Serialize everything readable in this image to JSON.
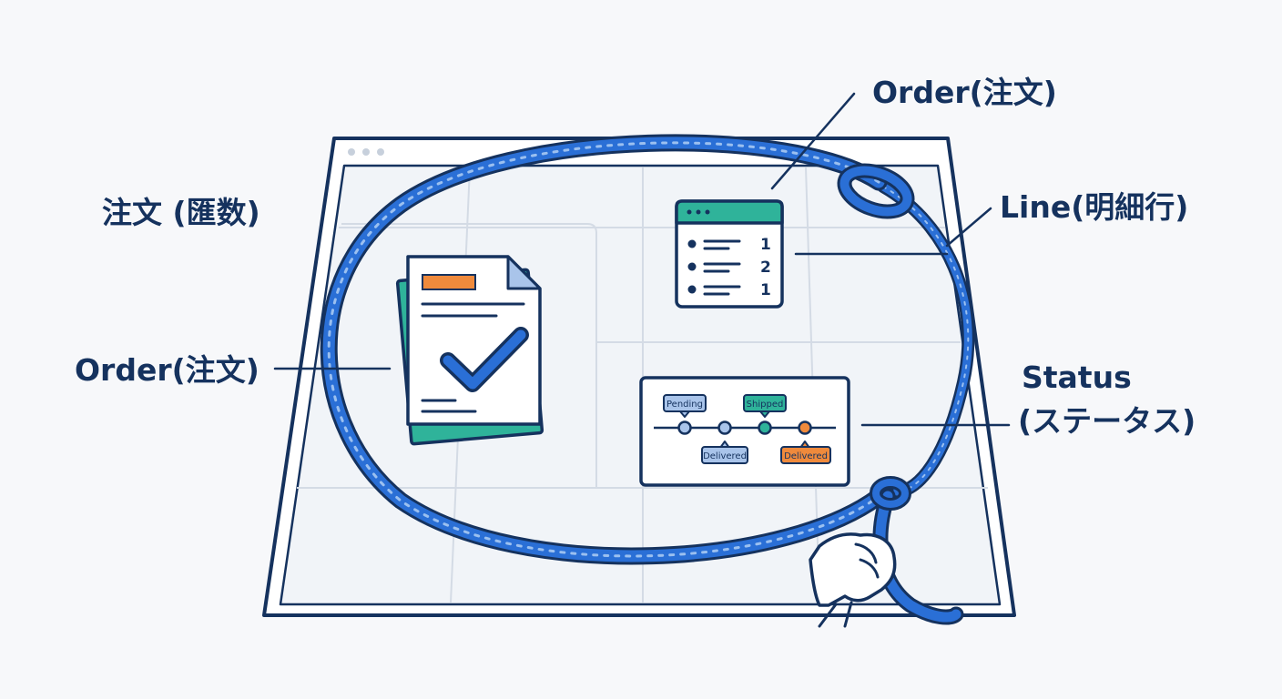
{
  "labels": {
    "order_top": "Order(注文)",
    "function": "注文 (匯数)",
    "line": "Line(明細行)",
    "order_left": "Order(注文)",
    "status_en": "Status",
    "status_jp": "(ステータス)"
  },
  "line_card": {
    "quantities": [
      "1",
      "2",
      "1"
    ]
  },
  "status_card": {
    "steps": [
      {
        "label": "Pending",
        "color": "#a9c4ea"
      },
      {
        "label": "Delivered",
        "color": "#a9c4ea"
      },
      {
        "label": "Shipped",
        "color": "#2fb39a"
      },
      {
        "label": "Delivered",
        "color": "#ef8a3c"
      }
    ]
  },
  "colors": {
    "ink": "#15325e",
    "rope": "#2a6fd6",
    "teal": "#2fb39a",
    "orange": "#ef8a3c",
    "background": "#f7f8fa"
  },
  "icons": {
    "document": "document-check-icon",
    "list": "list-window-icon",
    "timeline": "status-timeline-icon",
    "lasso": "lasso-rope-icon",
    "hand": "hand-icon"
  }
}
